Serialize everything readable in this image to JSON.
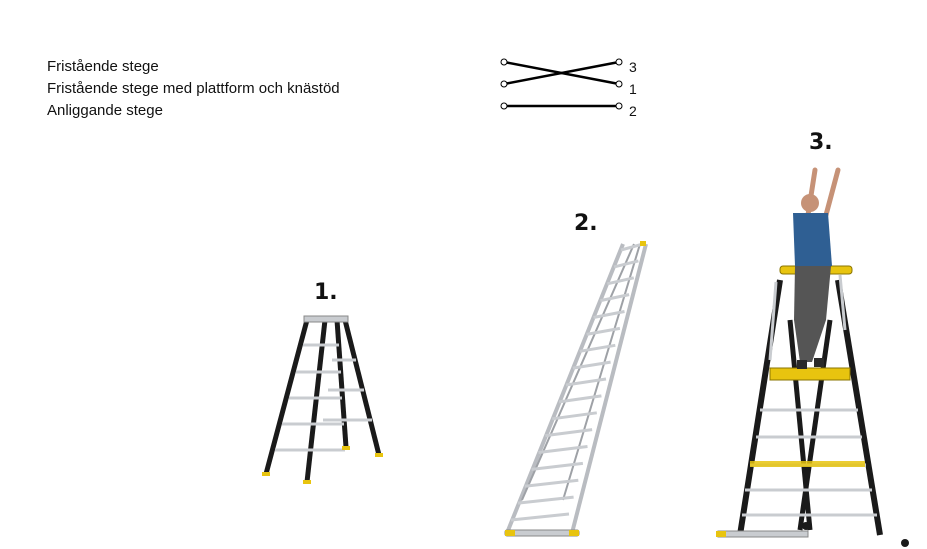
{
  "statements": [
    "Fristående stege",
    "Fristående stege med plattform och knästöd",
    "Anliggande stege"
  ],
  "answer_numbers": [
    "3",
    "1",
    "2"
  ],
  "figure_labels": [
    "1.",
    "2.",
    "3."
  ],
  "colors": {
    "ladder_frame": "#1a1a1a",
    "ladder_accent": "#e8c40f",
    "aluminium": "#c9ccd0",
    "shirt": "#2f5f93",
    "trousers": "#555555"
  }
}
